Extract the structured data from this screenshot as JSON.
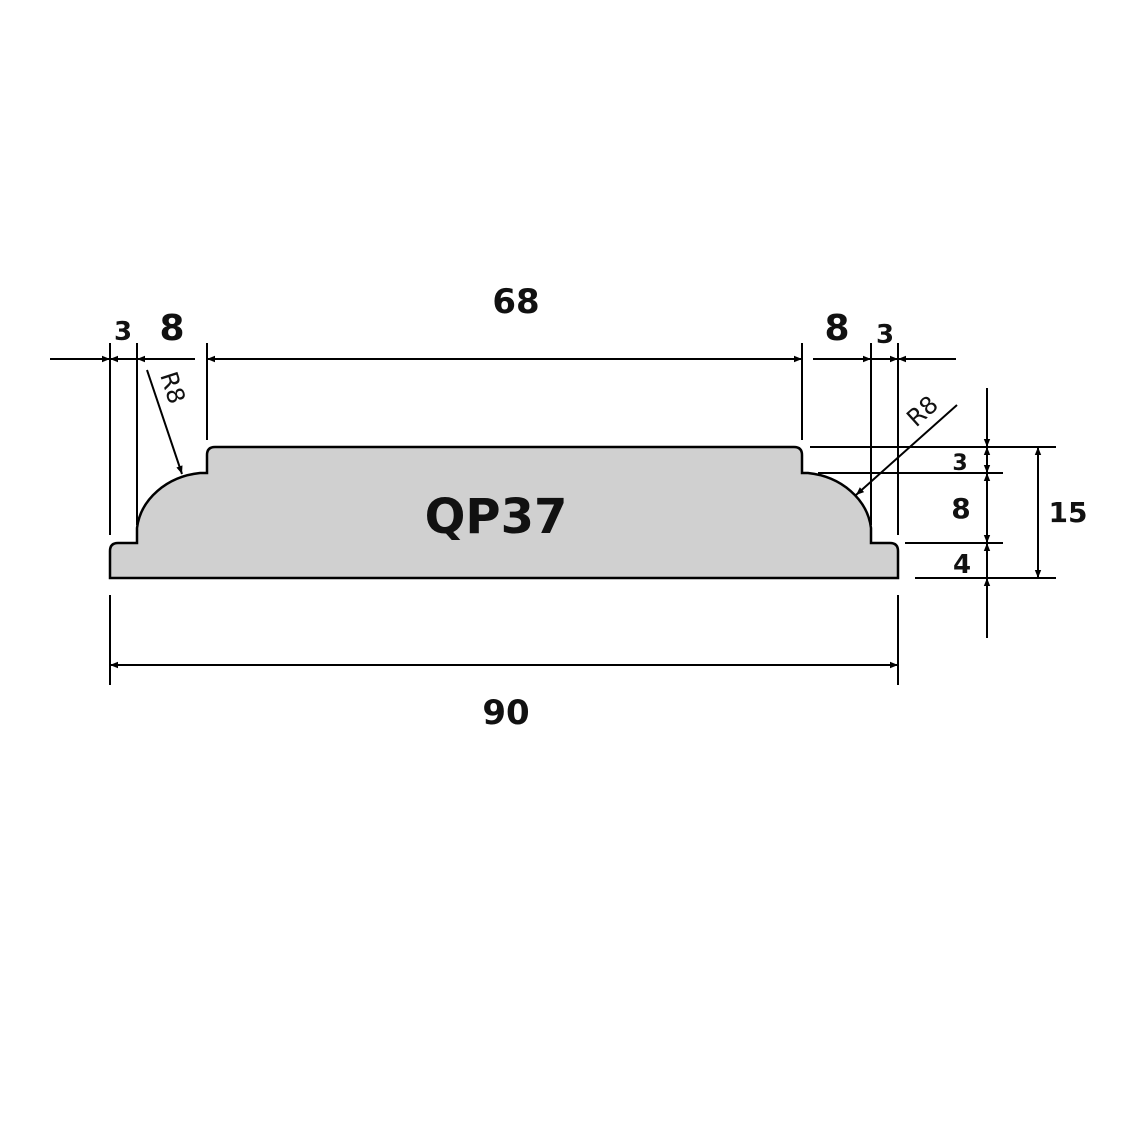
{
  "profile": {
    "name": "QP37",
    "fill_color": "#d0d0d0"
  },
  "dimensions": {
    "left_edge": "3",
    "left_radius_width": "8",
    "top_width": "68",
    "right_radius_width": "8",
    "right_edge": "3",
    "total_width": "90",
    "top_step": "3",
    "radius_height": "8",
    "base_height": "4",
    "total_height": "15",
    "left_radius": "R8",
    "right_radius": "R8"
  }
}
